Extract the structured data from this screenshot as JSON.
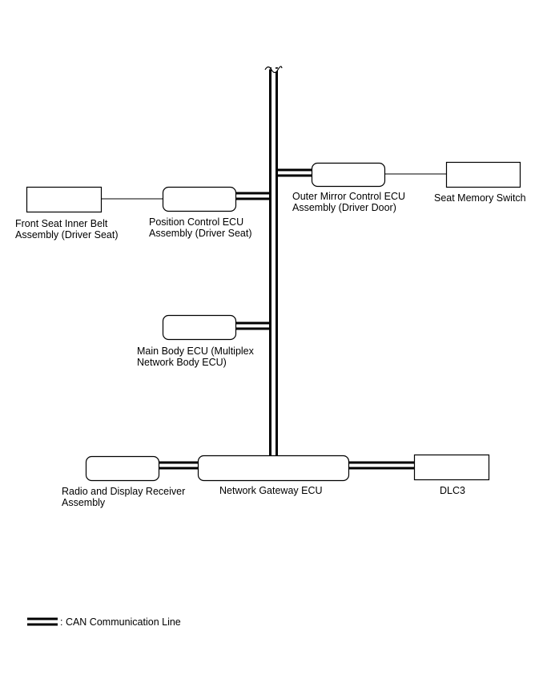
{
  "nodes": {
    "outer_mirror_ecu": {
      "label_line1": "Outer Mirror Control ECU",
      "label_line2": "Assembly (Driver Door)"
    },
    "seat_memory_switch": {
      "label_line1": "Seat Memory Switch"
    },
    "front_seat_inner_belt": {
      "label_line1": "Front Seat Inner Belt",
      "label_line2": "Assembly (Driver Seat)"
    },
    "position_control_ecu": {
      "label_line1": "Position Control ECU",
      "label_line2": "Assembly (Driver Seat)"
    },
    "main_body_ecu": {
      "label_line1": "Main Body ECU (Multiplex",
      "label_line2": "Network Body ECU)"
    },
    "radio_display_receiver": {
      "label_line1": "Radio and Display Receiver",
      "label_line2": "Assembly"
    },
    "network_gateway_ecu": {
      "label_line1": "Network Gateway ECU"
    },
    "dlc3": {
      "label_line1": "DLC3"
    }
  },
  "legend": {
    "can_line_label": ": CAN Communication Line"
  }
}
